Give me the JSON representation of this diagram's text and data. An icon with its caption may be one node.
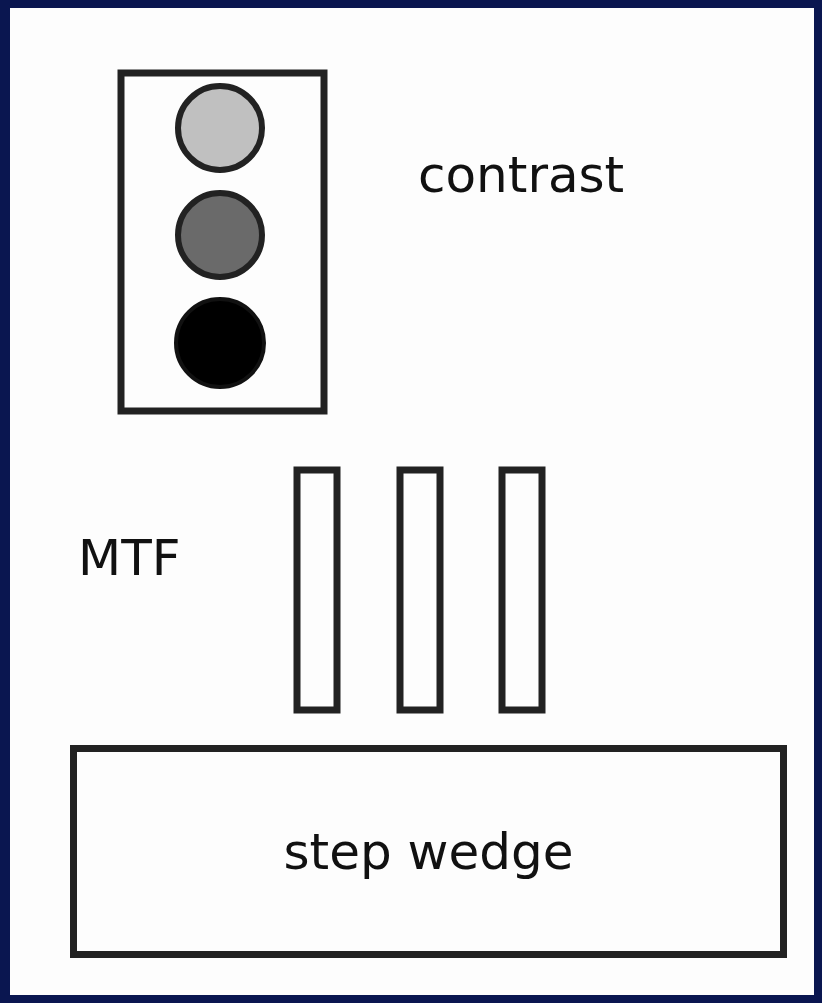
{
  "diagram": {
    "nodes": [
      {
        "text": [
          "step wedge"
        ]
      }
    ],
    "edges": [],
    "labels": [
      "contrast",
      "MTF"
    ]
  }
}
